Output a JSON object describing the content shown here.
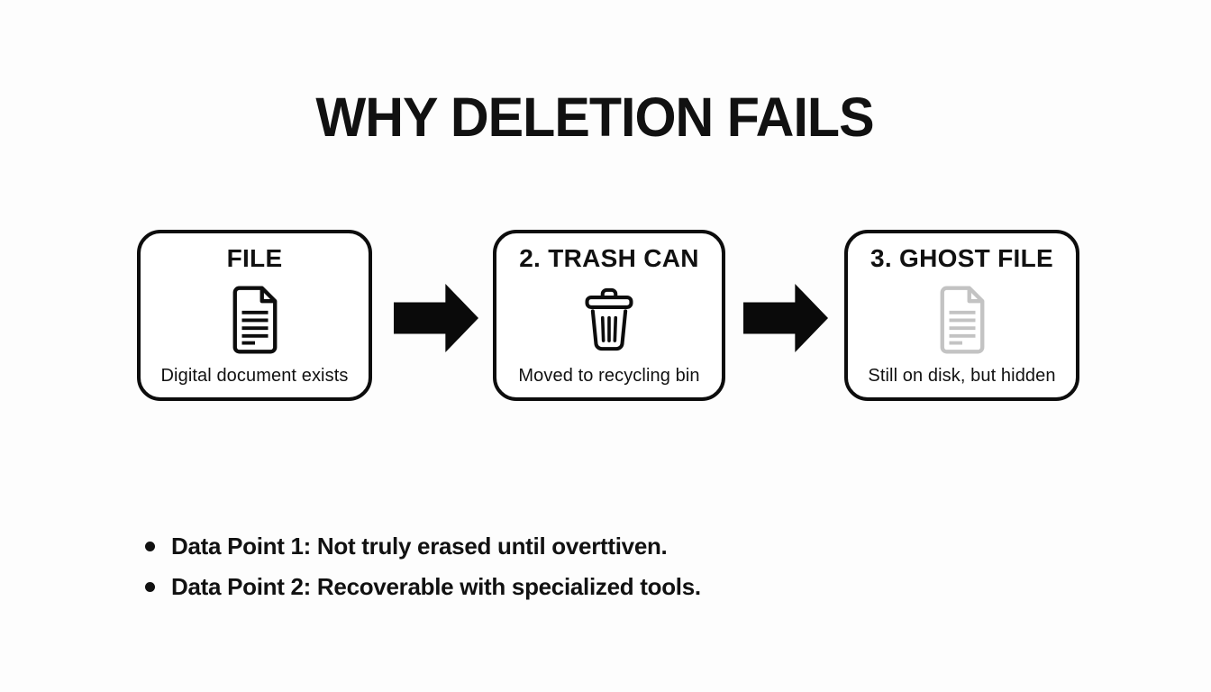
{
  "title": "WHY DELETION FAILS",
  "flow": {
    "boxes": [
      {
        "title": "FILE",
        "icon": "document-icon",
        "caption": "Digital document exists"
      },
      {
        "title": "2. TRASH CAN",
        "icon": "trash-can-icon",
        "caption": "Moved to recycling bin"
      },
      {
        "title": "3. GHOST FILE",
        "icon": "ghost-document-icon",
        "caption": "Still on disk, but hidden"
      }
    ]
  },
  "bullets": [
    {
      "text": "Data Point 1: Not truly erased until overttiven."
    },
    {
      "text": "Data Point 2: Recoverable with specialized tools."
    }
  ],
  "colors": {
    "background": "#fdfdfd",
    "box_background": "#ffffff",
    "outline": "#0d0d0d",
    "text": "#111111",
    "arrow": "#0a0a0a",
    "ghost_icon": "#c3c3c3"
  }
}
